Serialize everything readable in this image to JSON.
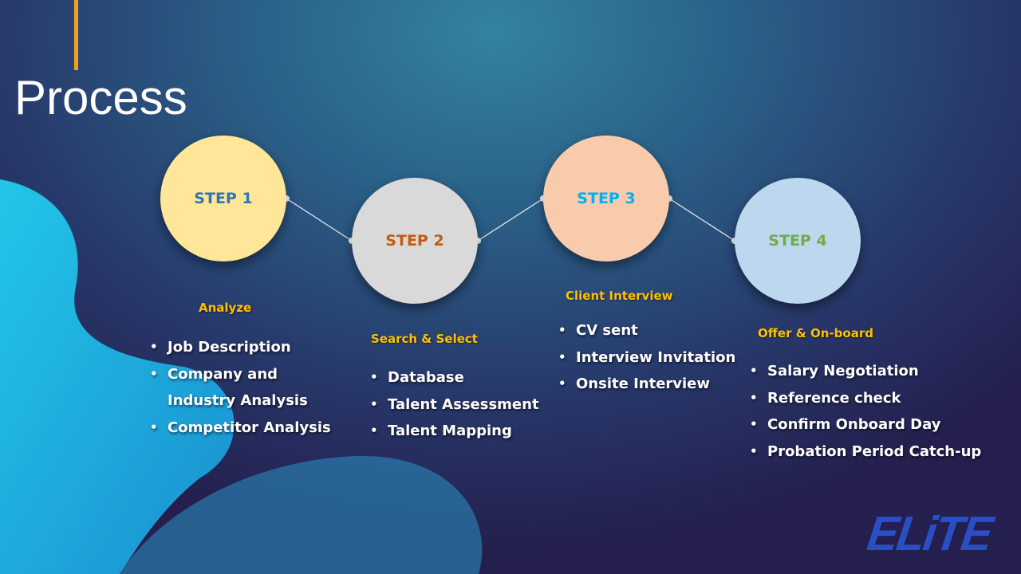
{
  "title": "Process",
  "colors": {
    "accent": "#f0a020",
    "subtitle": "#ffc000"
  },
  "steps": [
    {
      "label": "STEP 1",
      "fill": "#ffe699",
      "text_color": "#2e75b6",
      "subtitle": "Analyze",
      "items": [
        "Job Description",
        "Company and",
        "Industry Analysis",
        "Competitor Analysis"
      ]
    },
    {
      "label": "STEP 2",
      "fill": "#d9d9d9",
      "text_color": "#c55a11",
      "subtitle": "Search & Select",
      "items": [
        "Database",
        "Talent Assessment",
        "Talent Mapping"
      ]
    },
    {
      "label": "STEP 3",
      "fill": "#f8cbad",
      "text_color": "#00b0f0",
      "subtitle": "Client Interview",
      "items": [
        "CV sent",
        "Interview Invitation",
        "Onsite Interview"
      ]
    },
    {
      "label": "STEP 4",
      "fill": "#bdd7ee",
      "text_color": "#70ad47",
      "subtitle": "Offer & On-board",
      "items": [
        "Salary Negotiation",
        "Reference check",
        "Confirm Onboard Day",
        "Probation Period Catch-up"
      ]
    }
  ],
  "logo": "ELiTE"
}
